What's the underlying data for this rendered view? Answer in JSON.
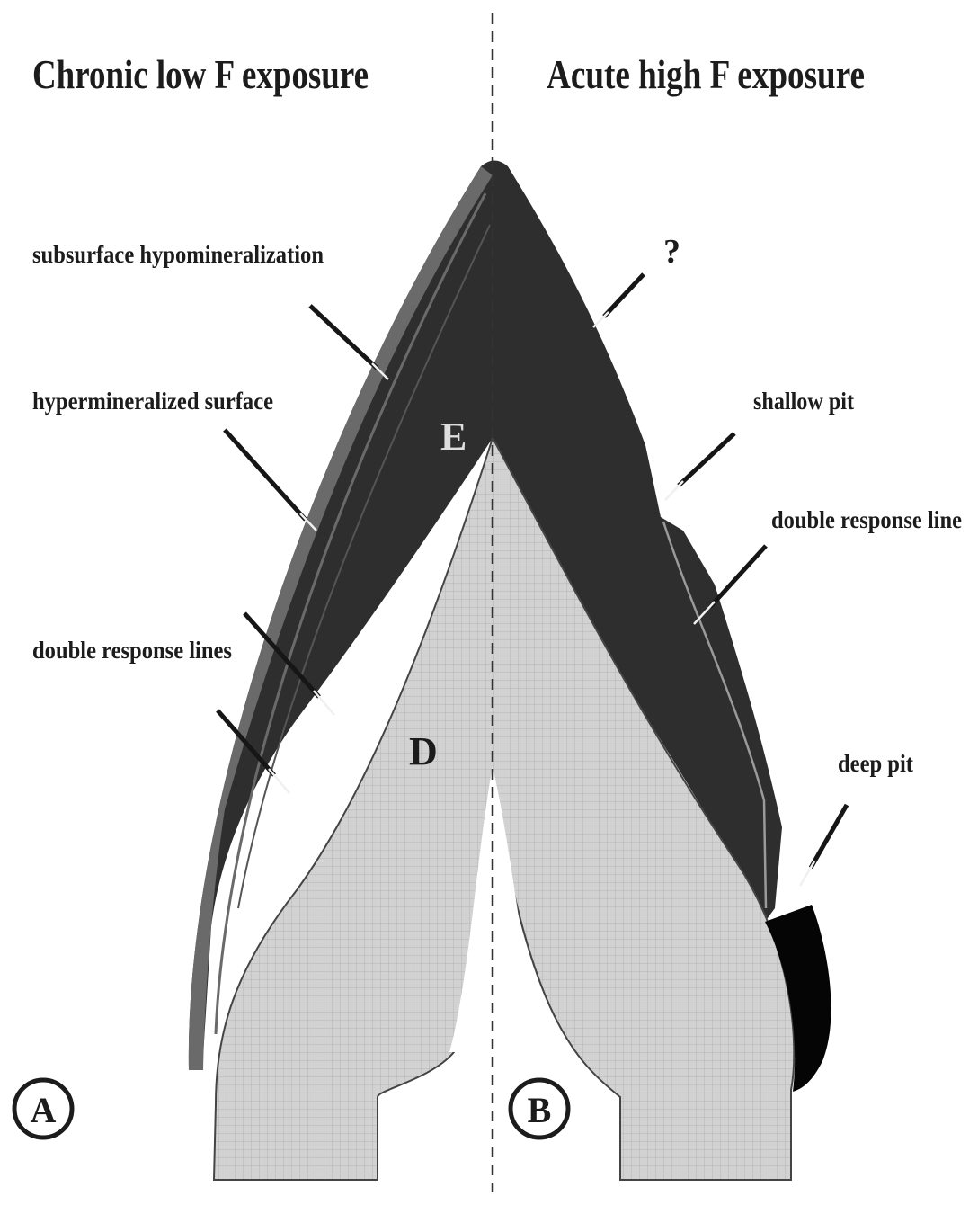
{
  "panels": {
    "left_title": "Chronic low F exposure",
    "right_title": "Acute high F exposure",
    "left_letter": "A",
    "right_letter": "B"
  },
  "tissue_labels": {
    "enamel": "E",
    "dentin": "D"
  },
  "annotations": {
    "subsurface": "subsurface hypomineralization",
    "hypermineralized": "hypermineralized surface",
    "double_lines": "double response lines",
    "question": "?",
    "shallow_pit": "shallow pit",
    "double_line": "double response line",
    "deep_pit": "deep pit"
  },
  "colors": {
    "enamel": "#2e2e2e",
    "outer_layer": "#6a6a6a",
    "dentin": "#d2d2d2",
    "dentin_grid": "#b4b4b4",
    "deep_pit": "#050505",
    "ink": "#1c1c1c"
  }
}
